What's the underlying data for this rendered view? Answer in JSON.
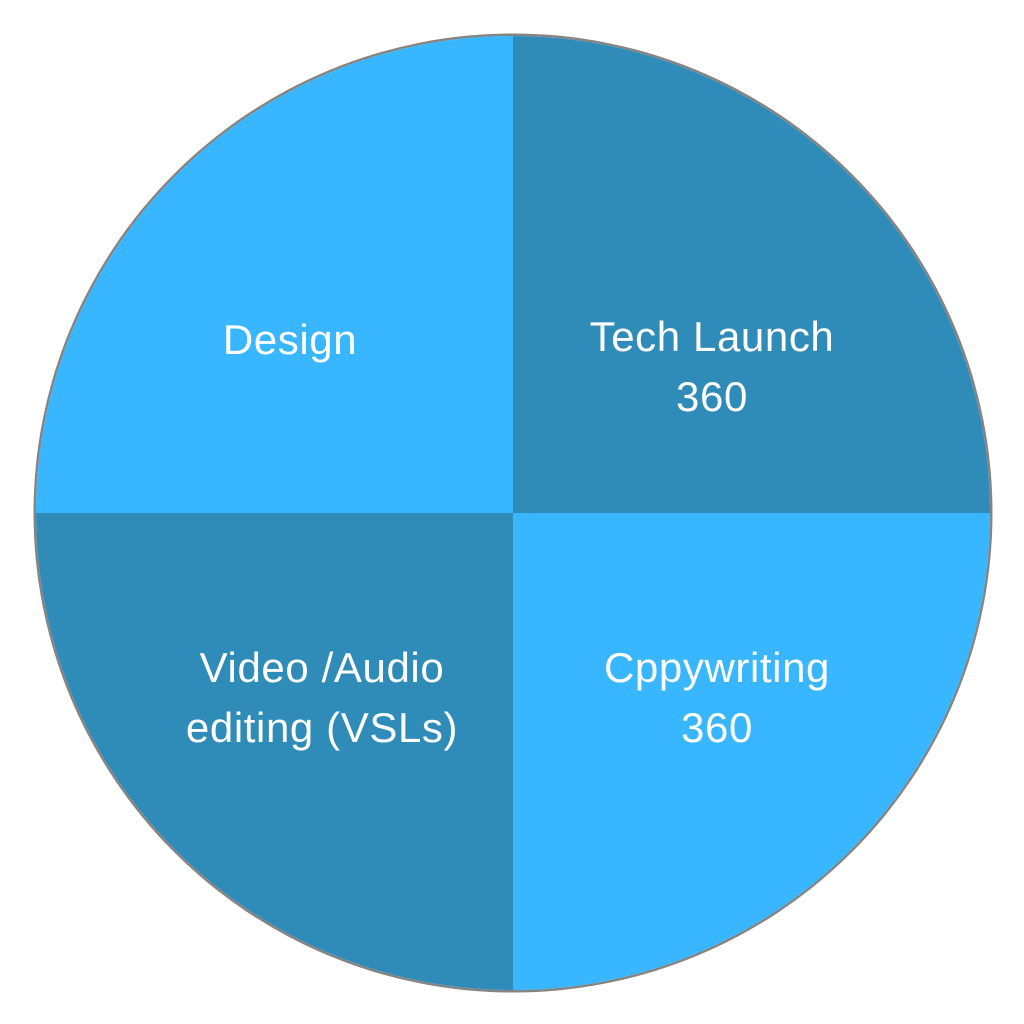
{
  "chart_data": {
    "type": "pie",
    "title": "",
    "legend": "none",
    "total_percent": 100,
    "labels": [
      "Design",
      "Tech Launch 360",
      "Cppywriting 360",
      "Video /Audio editing (VSLs)"
    ],
    "values": [
      25,
      25,
      25,
      25
    ],
    "slices": [
      {
        "label": "Design",
        "label_lines": [
          "Design",
          ""
        ],
        "value": 25,
        "start_deg": 270,
        "end_deg": 360,
        "quadrant": "top-left",
        "color": "#38b6ff"
      },
      {
        "label": "Tech Launch 360",
        "label_lines": [
          "Tech Launch",
          "360"
        ],
        "value": 25,
        "start_deg": 0,
        "end_deg": 90,
        "quadrant": "top-right",
        "color": "#2f8bb8"
      },
      {
        "label": "Cppywriting 360",
        "label_lines": [
          "Cppywriting",
          "360"
        ],
        "value": 25,
        "start_deg": 90,
        "end_deg": 180,
        "quadrant": "bottom-right",
        "color": "#38b6ff"
      },
      {
        "label": "Video /Audio editing (VSLs)",
        "label_lines": [
          "Video /Audio",
          "editing (VSLs)"
        ],
        "value": 25,
        "start_deg": 180,
        "end_deg": 270,
        "quadrant": "bottom-left",
        "color": "#2f8bb8"
      }
    ],
    "text_color": "#ffffff",
    "outline_color": "#848484"
  }
}
